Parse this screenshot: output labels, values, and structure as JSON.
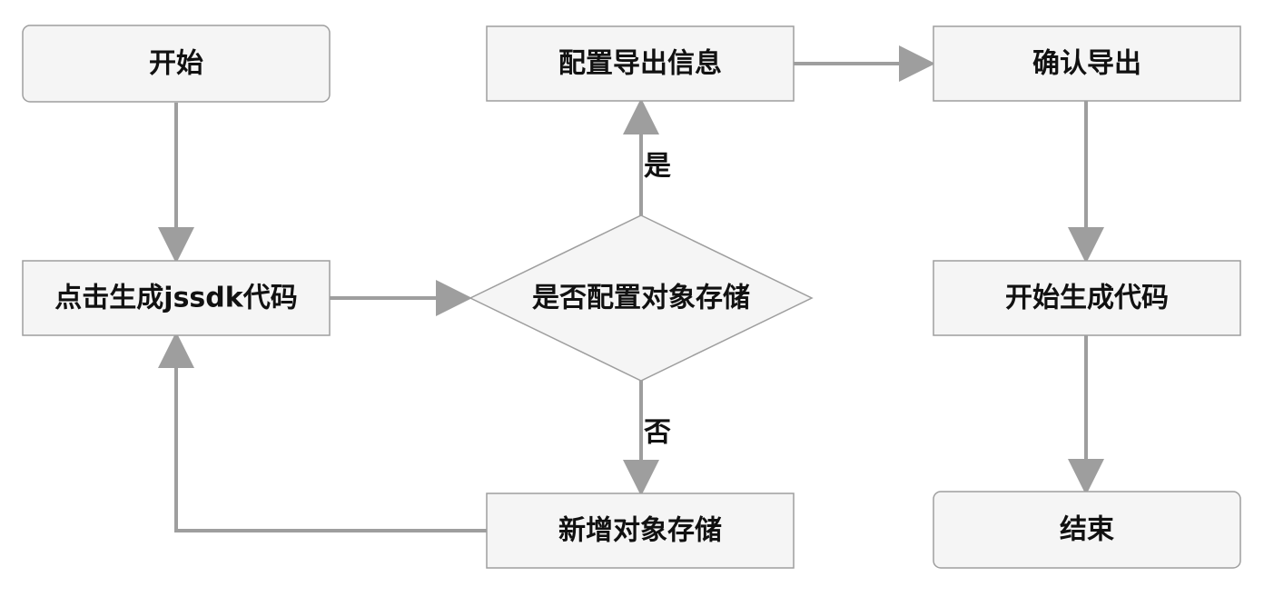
{
  "diagram": {
    "nodes": {
      "start": {
        "label": "开始"
      },
      "click_generate": {
        "label": "点击生成jssdk代码"
      },
      "decision_storage": {
        "label": "是否配置对象存储"
      },
      "configure_export": {
        "label": "配置导出信息"
      },
      "add_storage": {
        "label": "新增对象存储"
      },
      "confirm_export": {
        "label": "确认导出"
      },
      "begin_generate": {
        "label": "开始生成代码"
      },
      "end": {
        "label": "结束"
      }
    },
    "edges": {
      "yes": {
        "label": "是"
      },
      "no": {
        "label": "否"
      }
    },
    "colors": {
      "node_fill": "#f5f5f5",
      "node_stroke": "#9e9e9e",
      "arrow": "#9e9e9e",
      "text": "#111111"
    }
  }
}
